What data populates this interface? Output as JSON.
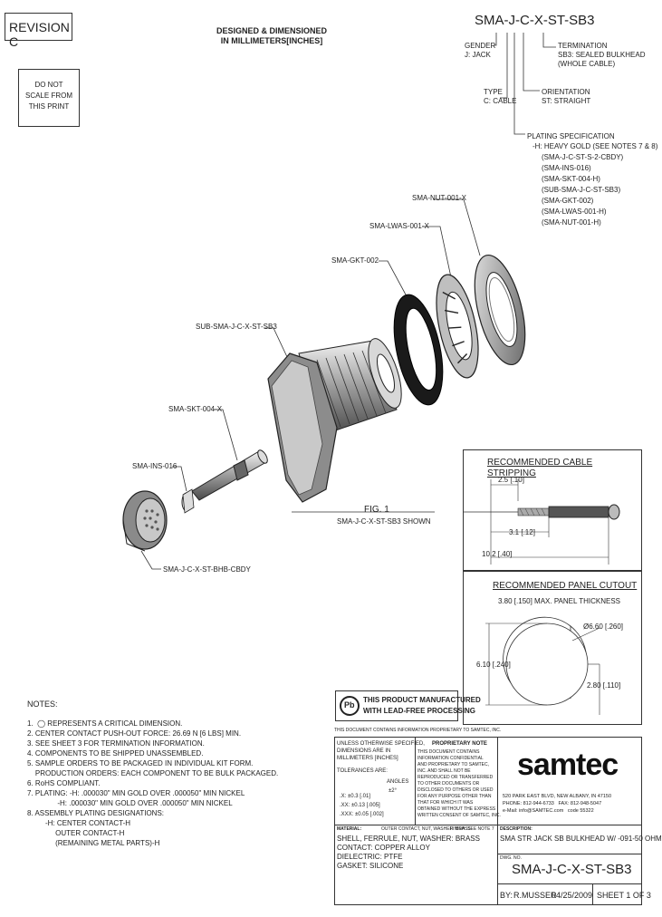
{
  "revision": "REVISION C",
  "scale_note": [
    "DO NOT",
    "SCALE FROM",
    "THIS PRINT"
  ],
  "designed_note": [
    "DESIGNED & DIMENSIONED",
    "IN MILLIMETERS[INCHES]"
  ],
  "part_code": {
    "number": "SMA-J-C-X-ST-SB3",
    "gender_title": "GENDER",
    "gender_value": "J: JACK",
    "type_title": "TYPE",
    "type_value": "C: CABLE",
    "termination_title": "TERMINATION",
    "termination_lines": [
      "SB3: SEALED BULKHEAD",
      "(WHOLE CABLE)"
    ],
    "orientation_title": "ORIENTATION",
    "orientation_value": "ST: STRAIGHT",
    "plating_title": "PLATING SPECIFICATION",
    "plating_lines": [
      "-H: HEAVY GOLD (SEE NOTES 7 & 8)",
      "(SMA-J-C-ST-S-2-CBDY)",
      "(SMA-INS-016)",
      "(SMA-SKT-004-H)",
      "(SUB-SMA-J-C-ST-SB3)",
      "(SMA-GKT-002)",
      "(SMA-LWAS-001-H)",
      "(SMA-NUT-001-H)"
    ]
  },
  "callouts": {
    "nut": "SMA-NUT-001-X",
    "washer": "SMA-LWAS-001-X",
    "gasket": "SMA-GKT-002",
    "body": "SUB-SMA-J-C-X-ST-SB3",
    "socket": "SMA-SKT-004-X",
    "insulator": "SMA-INS-016",
    "cable_body": "SMA-J-C-X-ST-BHB-CBDY"
  },
  "figure_label": "FIG. 1",
  "figure_caption": "SMA-J-C-X-ST-SB3 SHOWN",
  "cable_stripping": {
    "title": "RECOMMENDED CABLE STRIPPING",
    "dim1": "2.5 [.10]",
    "dim2": "3.1 [.12]",
    "dim3": "10.2 [.40]"
  },
  "panel_cutout": {
    "title": "RECOMMENDED PANEL CUTOUT",
    "subtitle": "3.80 [.150] MAX. PANEL THICKNESS",
    "dia": "Ø6.60 [.260]",
    "height": "6.10 [.240]",
    "flat": "2.80 [.110]"
  },
  "lead_free": {
    "badge": "Pb",
    "lines": [
      "THIS PRODUCT MANUFACTURED",
      "WITH LEAD-FREE PROCESSING"
    ]
  },
  "notes": {
    "title": "NOTES:",
    "lines": [
      "1.  ◯ REPRESENTS A CRITICAL DIMENSION.",
      "2. CENTER CONTACT PUSH-OUT FORCE: 26.69 N [6 LBS] MIN.",
      "3. SEE SHEET 3 FOR TERMINATION INFORMATION.",
      "4. COMPONENTS TO BE SHIPPED UNASSEMBLED.",
      "5. SAMPLE ORDERS TO BE PACKAGED IN INDIVIDUAL KIT FORM.",
      "    PRODUCTION ORDERS: EACH COMPONENT TO BE BULK PACKAGED.",
      "6. RoHS COMPLIANT.",
      "7. PLATING: -H: .000030\" MIN GOLD OVER .000050\" MIN NICKEL",
      "               -H: .000030\" MIN GOLD OVER .000050\" MIN NICKEL",
      "8. ASSEMBLY PLATING DESIGNATIONS:",
      "         -H: CENTER CONTACT-H",
      "              OUTER CONTACT-H",
      "              (REMAINING METAL PARTS)-H"
    ]
  },
  "title_block": {
    "small_print": "THIS DOCUMENT CONTAINS INFORMATION PROPRIETARY TO SAMTEC, INC.",
    "unless_lines": [
      "UNLESS OTHERWISE SPECIFIED,",
      "DIMENSIONS ARE IN",
      "MILLIMETERS [INCHES]"
    ],
    "tolerances": "TOLERANCES ARE:",
    "angles_label": "ANGLES",
    "angles_value": "±2°",
    "tol_lines": [
      ".X: ±0.3 [.01]",
      ".XX: ±0.13 [.005]",
      ".XXX: ±0.05 [.002]"
    ],
    "proprietary_title": "PROPRIETARY NOTE",
    "proprietary_lines": [
      "THIS DOCUMENT CONTAINS",
      "INFORMATION CONFIDENTIAL",
      "AND PROPRIETARY TO SAMTEC,",
      "INC. AND SHALL NOT BE",
      "REPRODUCED OR TRANSFERRED",
      "TO OTHER DOCUMENTS OR",
      "DISCLOSED TO OTHERS OR USED",
      "FOR ANY PURPOSE OTHER THAN",
      "THAT FOR WHICH IT WAS",
      "OBTAINED WITHOUT THE EXPRESS",
      "WRITTEN CONSENT OF SAMTEC, INC."
    ],
    "company": "samtec",
    "address_lines": [
      "520 PARK EAST BLVD, NEW ALBANY, IN 47150",
      "PHONE: 812-944-6733   FAX: 812-948-5047",
      "e-Mail: info@SAMTEC.com   code 55322"
    ],
    "material_head": [
      "MATERIAL:",
      "OUTER CONTACT, NUT, WASHER: BRASS"
    ],
    "finish_head": "FINISH: SEE NOTE 7",
    "materials": [
      "SHELL, FERRULE, NUT, WASHER: BRASS",
      "CONTACT: COPPER ALLOY",
      "DIELECTRIC: PTFE",
      "GASKET: SILICONE"
    ],
    "description_label": "DESCRIPTION:",
    "description": "SMA STR JACK SB BULKHEAD W/ -091-50 OHM",
    "drawing_label": "DWG. NO.",
    "drawing_number": "SMA-J-C-X-ST-SB3",
    "by_label": "BY:",
    "by_value": "R.MUSSER",
    "date": "04/25/2009",
    "sheet": "SHEET 1 OF 3"
  },
  "colors": {
    "ink": "#333333",
    "metal_dark": "#555555",
    "metal_light": "#cfcfcf",
    "gasket": "#1a1a1a",
    "logo": "#111111"
  }
}
